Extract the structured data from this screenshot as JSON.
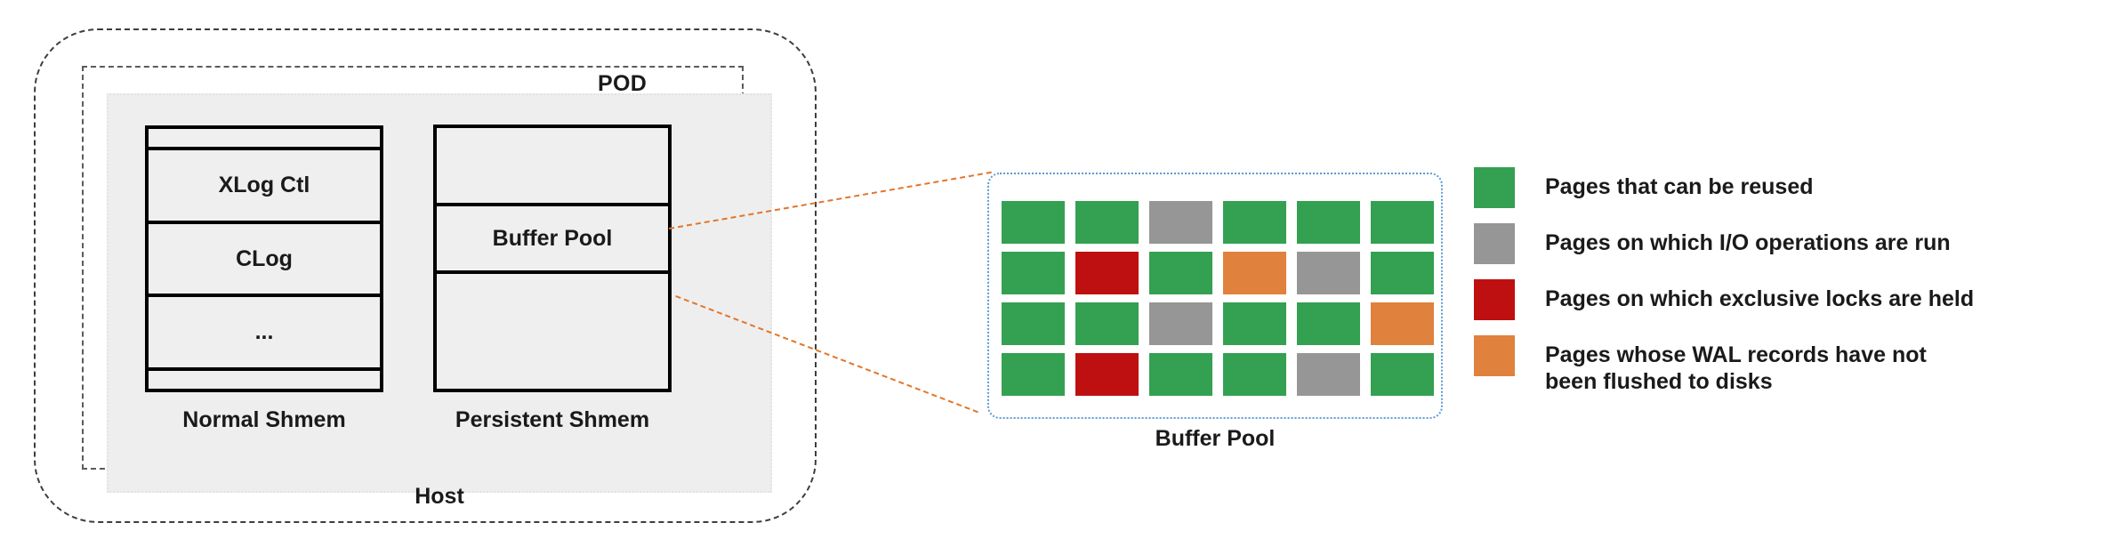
{
  "colors": {
    "green": "#34A052",
    "gray": "#969696",
    "red": "#BE1010",
    "orange": "#E0813D",
    "connector": "#E2762B",
    "detail_frame": "#5B9BD5",
    "shmem_fill": "#efefef",
    "host_fill": "#eeeeee",
    "outline": "#3d3d3d"
  },
  "architecture": {
    "host_label": "Host",
    "pod_label": "POD",
    "normal_shmem": {
      "caption": "Normal Shmem",
      "segments": [
        {
          "label": "",
          "kind": "strip"
        },
        {
          "label": "XLog Ctl",
          "kind": "block"
        },
        {
          "label": "CLog",
          "kind": "block"
        },
        {
          "label": "...",
          "kind": "block"
        },
        {
          "label": "",
          "kind": "strip"
        }
      ]
    },
    "persistent_shmem": {
      "caption": "Persistent Shmem",
      "segments": [
        {
          "label": "",
          "kind": "block"
        },
        {
          "label": "Buffer Pool",
          "kind": "block"
        },
        {
          "label": "",
          "kind": "block"
        }
      ]
    }
  },
  "buffer_pool_detail": {
    "caption": "Buffer Pool",
    "rows": 4,
    "cols": 6,
    "cells": [
      [
        "green",
        "green",
        "gray",
        "green",
        "green",
        "green"
      ],
      [
        "green",
        "red",
        "green",
        "orange",
        "gray",
        "green"
      ],
      [
        "green",
        "green",
        "gray",
        "green",
        "green",
        "orange"
      ],
      [
        "green",
        "red",
        "green",
        "green",
        "gray",
        "green"
      ]
    ]
  },
  "legend": {
    "items": [
      {
        "color": "green",
        "label": "Pages that can be reused"
      },
      {
        "color": "gray",
        "label": "Pages on which I/O operations are run"
      },
      {
        "color": "red",
        "label": "Pages on which exclusive locks are held"
      },
      {
        "color": "orange",
        "label": "Pages whose WAL records have not\n been flushed to disks"
      }
    ]
  }
}
